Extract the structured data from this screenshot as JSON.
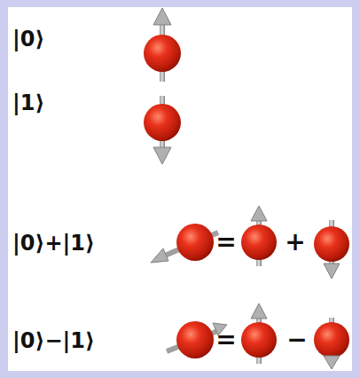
{
  "diagram": {
    "labels": [
      "|0⟩",
      "|1⟩",
      "|0⟩+|1⟩",
      "=",
      "+",
      "|0⟩−|1⟩",
      "=",
      "−"
    ]
  }
}
